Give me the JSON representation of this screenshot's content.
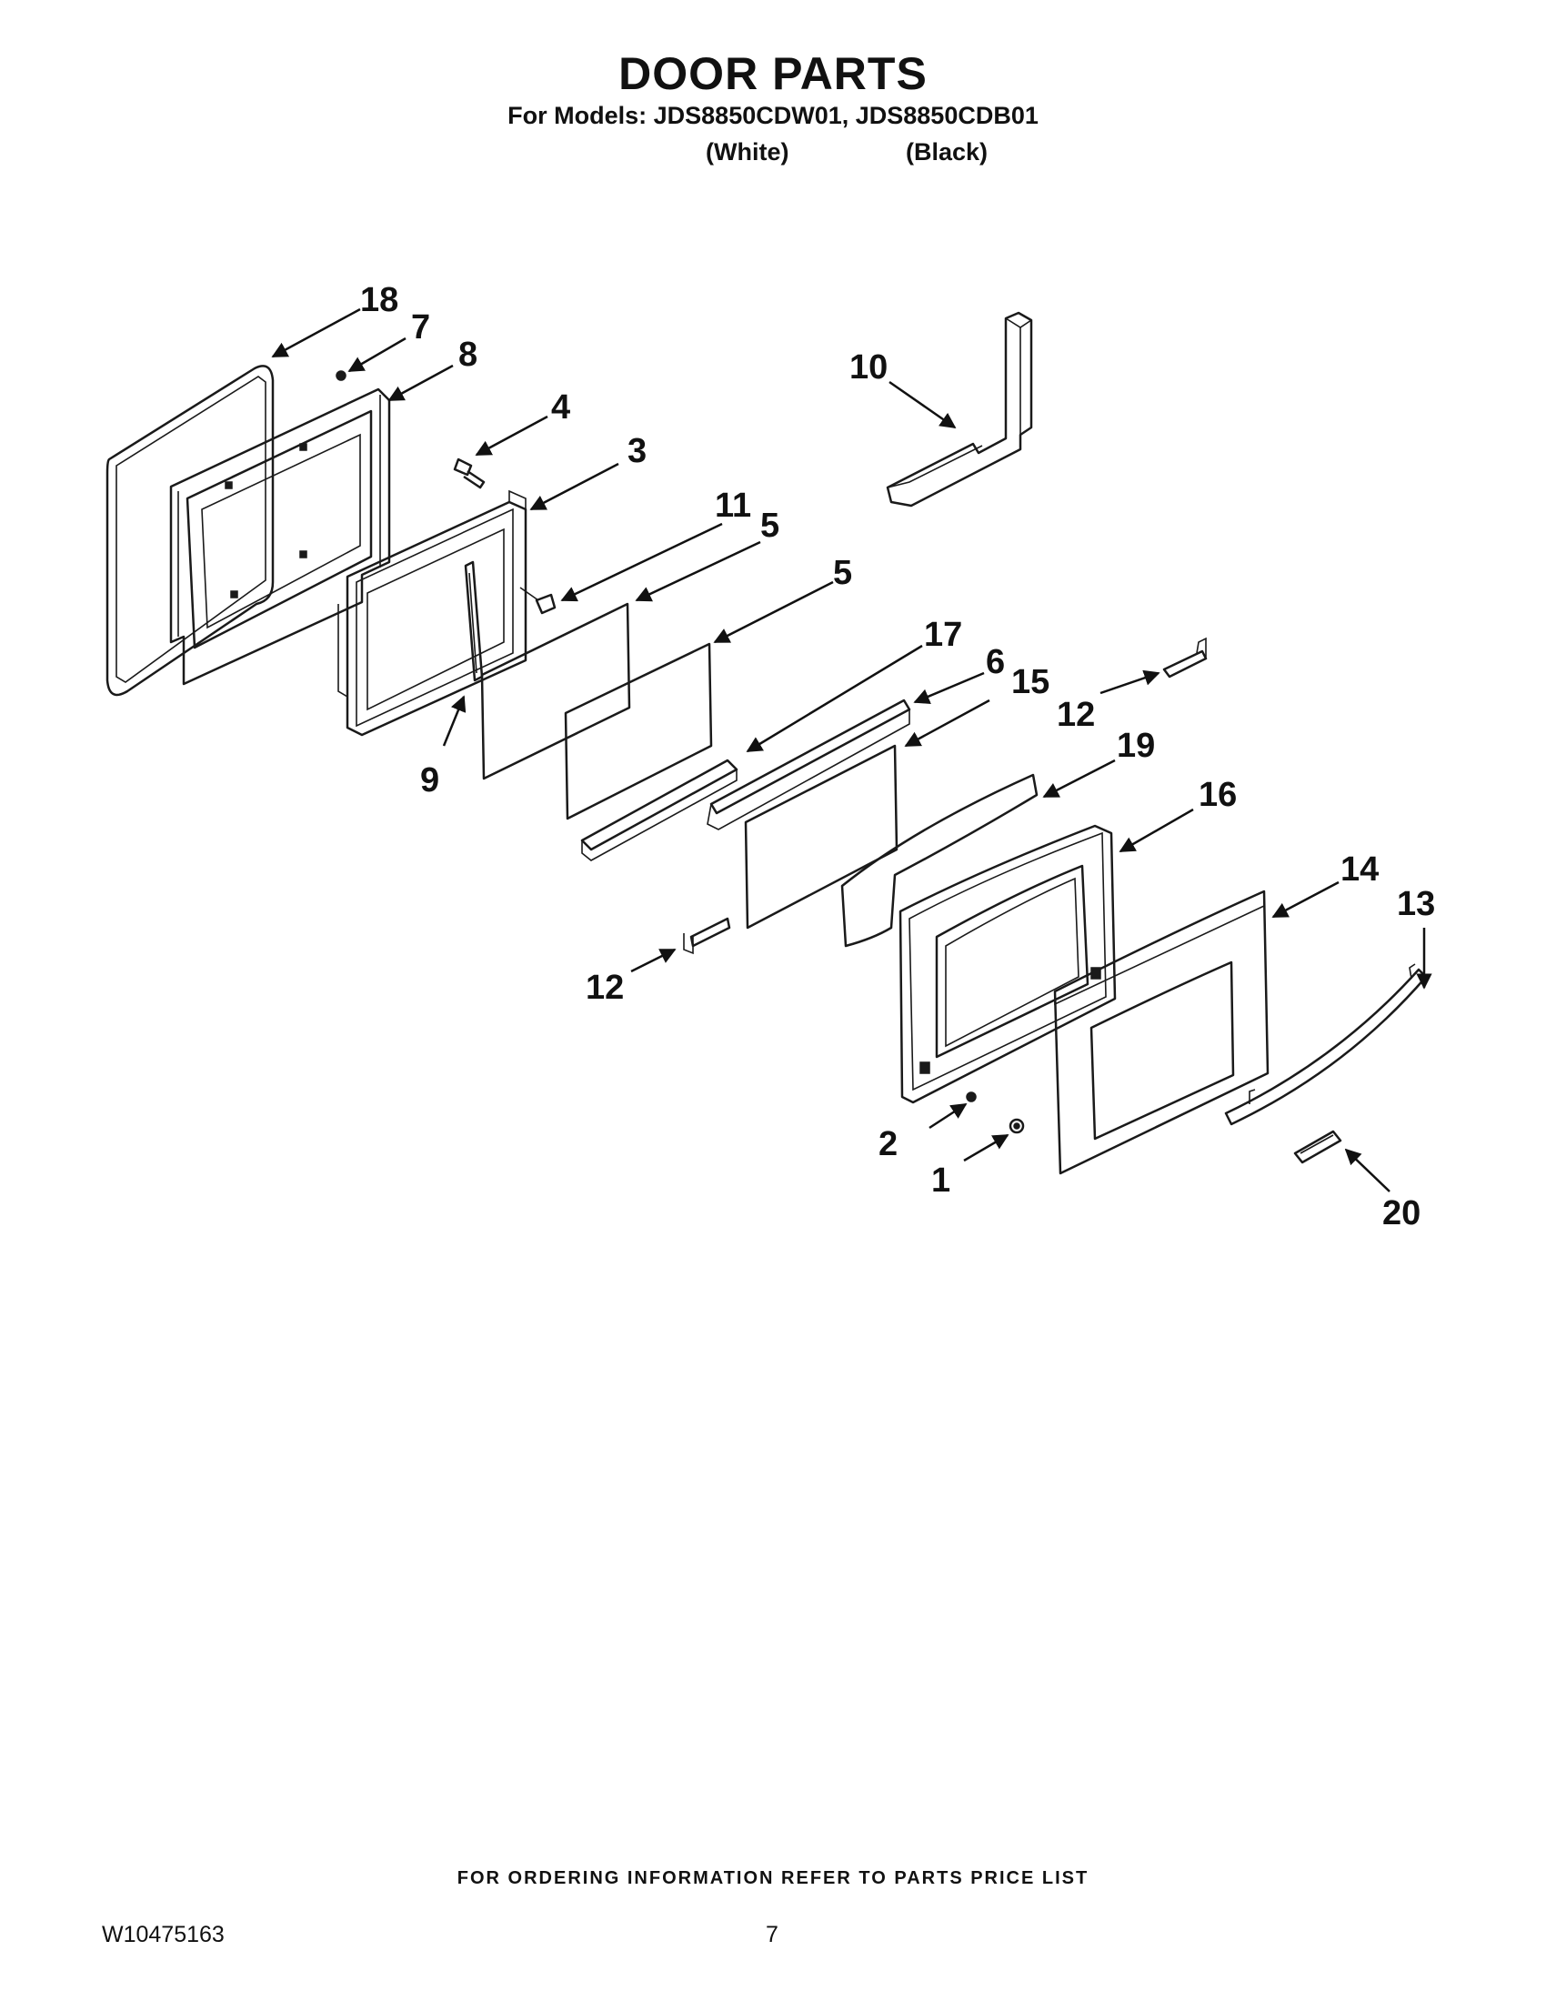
{
  "header": {
    "title": "DOOR PARTS",
    "models_line": "For Models: JDS8850CDW01, JDS8850CDB01",
    "variant_white": "(White)",
    "variant_black": "(Black)"
  },
  "callouts": {
    "c1": "1",
    "c2": "2",
    "c3": "3",
    "c4": "4",
    "c5a": "5",
    "c5b": "5",
    "c6": "6",
    "c7": "7",
    "c8": "8",
    "c9": "9",
    "c10": "10",
    "c11": "11",
    "c12a": "12",
    "c12b": "12",
    "c13": "13",
    "c14": "14",
    "c15": "15",
    "c16": "16",
    "c17": "17",
    "c18": "18",
    "c19": "19",
    "c20": "20"
  },
  "footer": {
    "ordering_note": "FOR ORDERING INFORMATION REFER TO PARTS PRICE LIST",
    "doc_id": "W10475163",
    "page_number": "7"
  }
}
